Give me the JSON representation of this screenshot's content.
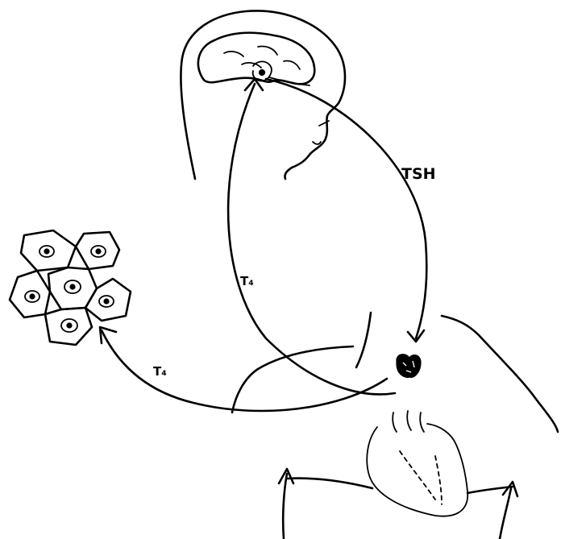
{
  "labels": {
    "tsh": "TSH",
    "t4_to_brain": "T₄",
    "t4_to_cells": "T₄"
  },
  "colors": {
    "ink": "#000000",
    "background": "#ffffff"
  }
}
